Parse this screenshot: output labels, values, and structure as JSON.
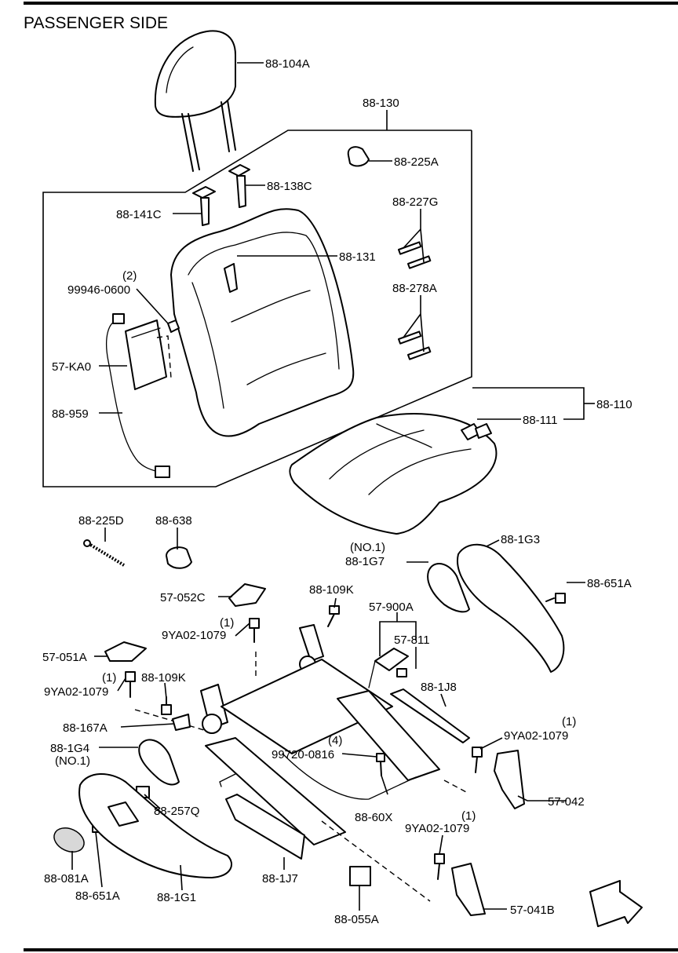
{
  "title": "PASSENGER SIDE",
  "labels": {
    "l_88_104A": "88-104A",
    "l_88_130": "88-130",
    "l_88_225A": "88-225A",
    "l_88_138C": "88-138C",
    "l_88_227G": "88-227G",
    "l_88_141C": "88-141C",
    "l_88_131": "88-131",
    "l_qty_2": "(2)",
    "l_99946_0600": "99946-0600",
    "l_88_278A": "88-278A",
    "l_57_KA0": "57-KA0",
    "l_88_959": "88-959",
    "l_88_110": "88-110",
    "l_88_111": "88-111",
    "l_88_225D": "88-225D",
    "l_88_638": "88-638",
    "l_no1_a": "(NO.1)",
    "l_88_1G7": "88-1G7",
    "l_88_1G3": "88-1G3",
    "l_88_109K_a": "88-109K",
    "l_88_651A_a": "88-651A",
    "l_57_052C": "57-052C",
    "l_qty_1_a": "(1)",
    "l_9YA02_1079_a": "9YA02-1079",
    "l_57_900A": "57-900A",
    "l_57_811": "57-811",
    "l_57_051A": "57-051A",
    "l_qty_1_b": "(1)",
    "l_88_109K_b": "88-109K",
    "l_9YA02_1079_b": "9YA02-1079",
    "l_88_1J8": "88-1J8",
    "l_88_167A": "88-167A",
    "l_qty_1_c": "(1)",
    "l_9YA02_1079_c": "9YA02-1079",
    "l_qty_4": "(4)",
    "l_99720_0816": "99720-0816",
    "l_88_1G4": "88-1G4",
    "l_no1_b": "(NO.1)",
    "l_57_042": "57-042",
    "l_88_257Q": "88-257Q",
    "l_88_60X": "88-60X",
    "l_qty_1_d": "(1)",
    "l_9YA02_1079_d": "9YA02-1079",
    "l_88_081A": "88-081A",
    "l_88_651A_b": "88-651A",
    "l_88_1G1": "88-1G1",
    "l_88_1J7": "88-1J7",
    "l_88_055A": "88-055A",
    "l_57_041B": "57-041B",
    "fwd": "FWD"
  }
}
